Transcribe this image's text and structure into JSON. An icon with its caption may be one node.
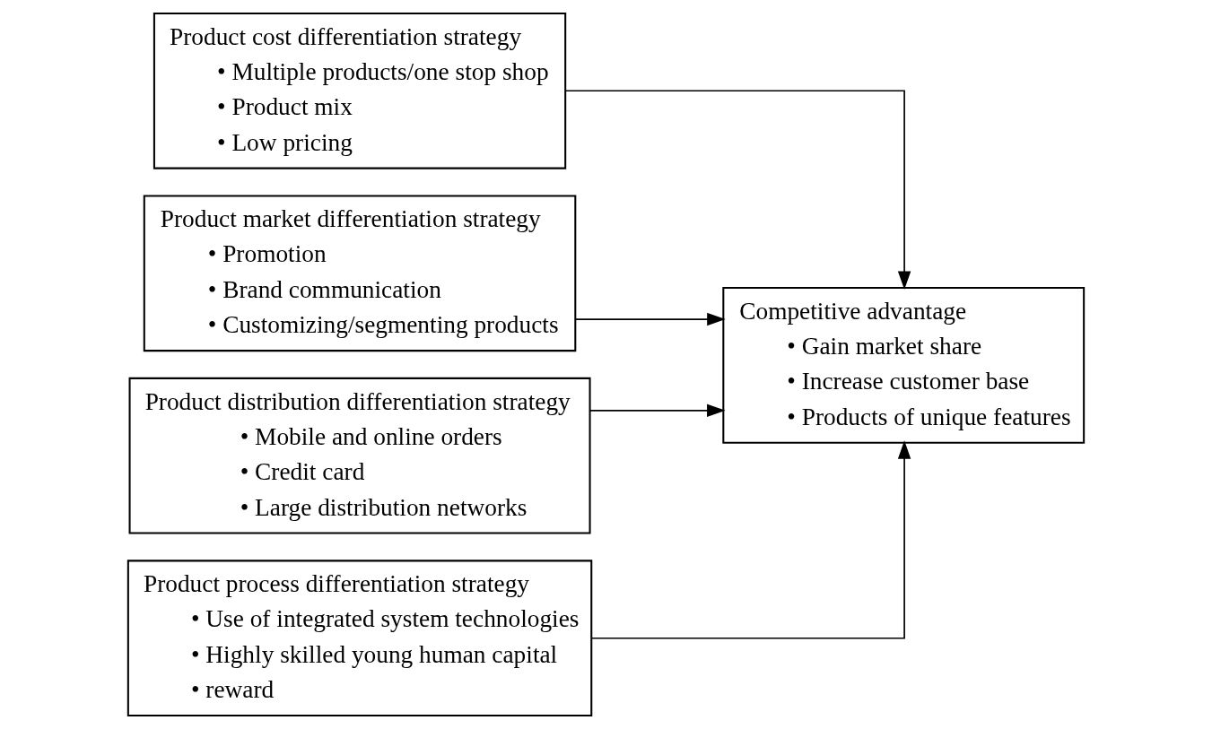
{
  "diagram": {
    "nodes": [
      {
        "text": [
          "Product cost differentiation strategy",
          "• Multiple products/one stop shop",
          "• Product mix",
          "• Low pricing"
        ]
      },
      {
        "text": [
          "Product market differentiation strategy",
          "• Promotion",
          "• Brand communication",
          "• Customizing/segmenting products"
        ]
      },
      {
        "text": [
          "Product distribution differentiation strategy",
          "• Mobile and online orders",
          "• Credit card",
          "• Large distribution networks"
        ]
      },
      {
        "text": [
          "Product process differentiation strategy",
          "• Use of integrated system technologies",
          "• Highly skilled young human capital",
          "• reward"
        ]
      },
      {
        "text": [
          "Competitive advantage",
          "• Gain market share",
          "• Increase customer base",
          "• Products of unique features"
        ]
      }
    ],
    "edges": [
      {
        "from": 0,
        "to": 4,
        "arrow": "to"
      },
      {
        "from": 1,
        "to": 4,
        "arrow": "to"
      },
      {
        "from": 2,
        "to": 4,
        "arrow": "to"
      },
      {
        "from": 3,
        "to": 4,
        "arrow": "to"
      }
    ]
  }
}
